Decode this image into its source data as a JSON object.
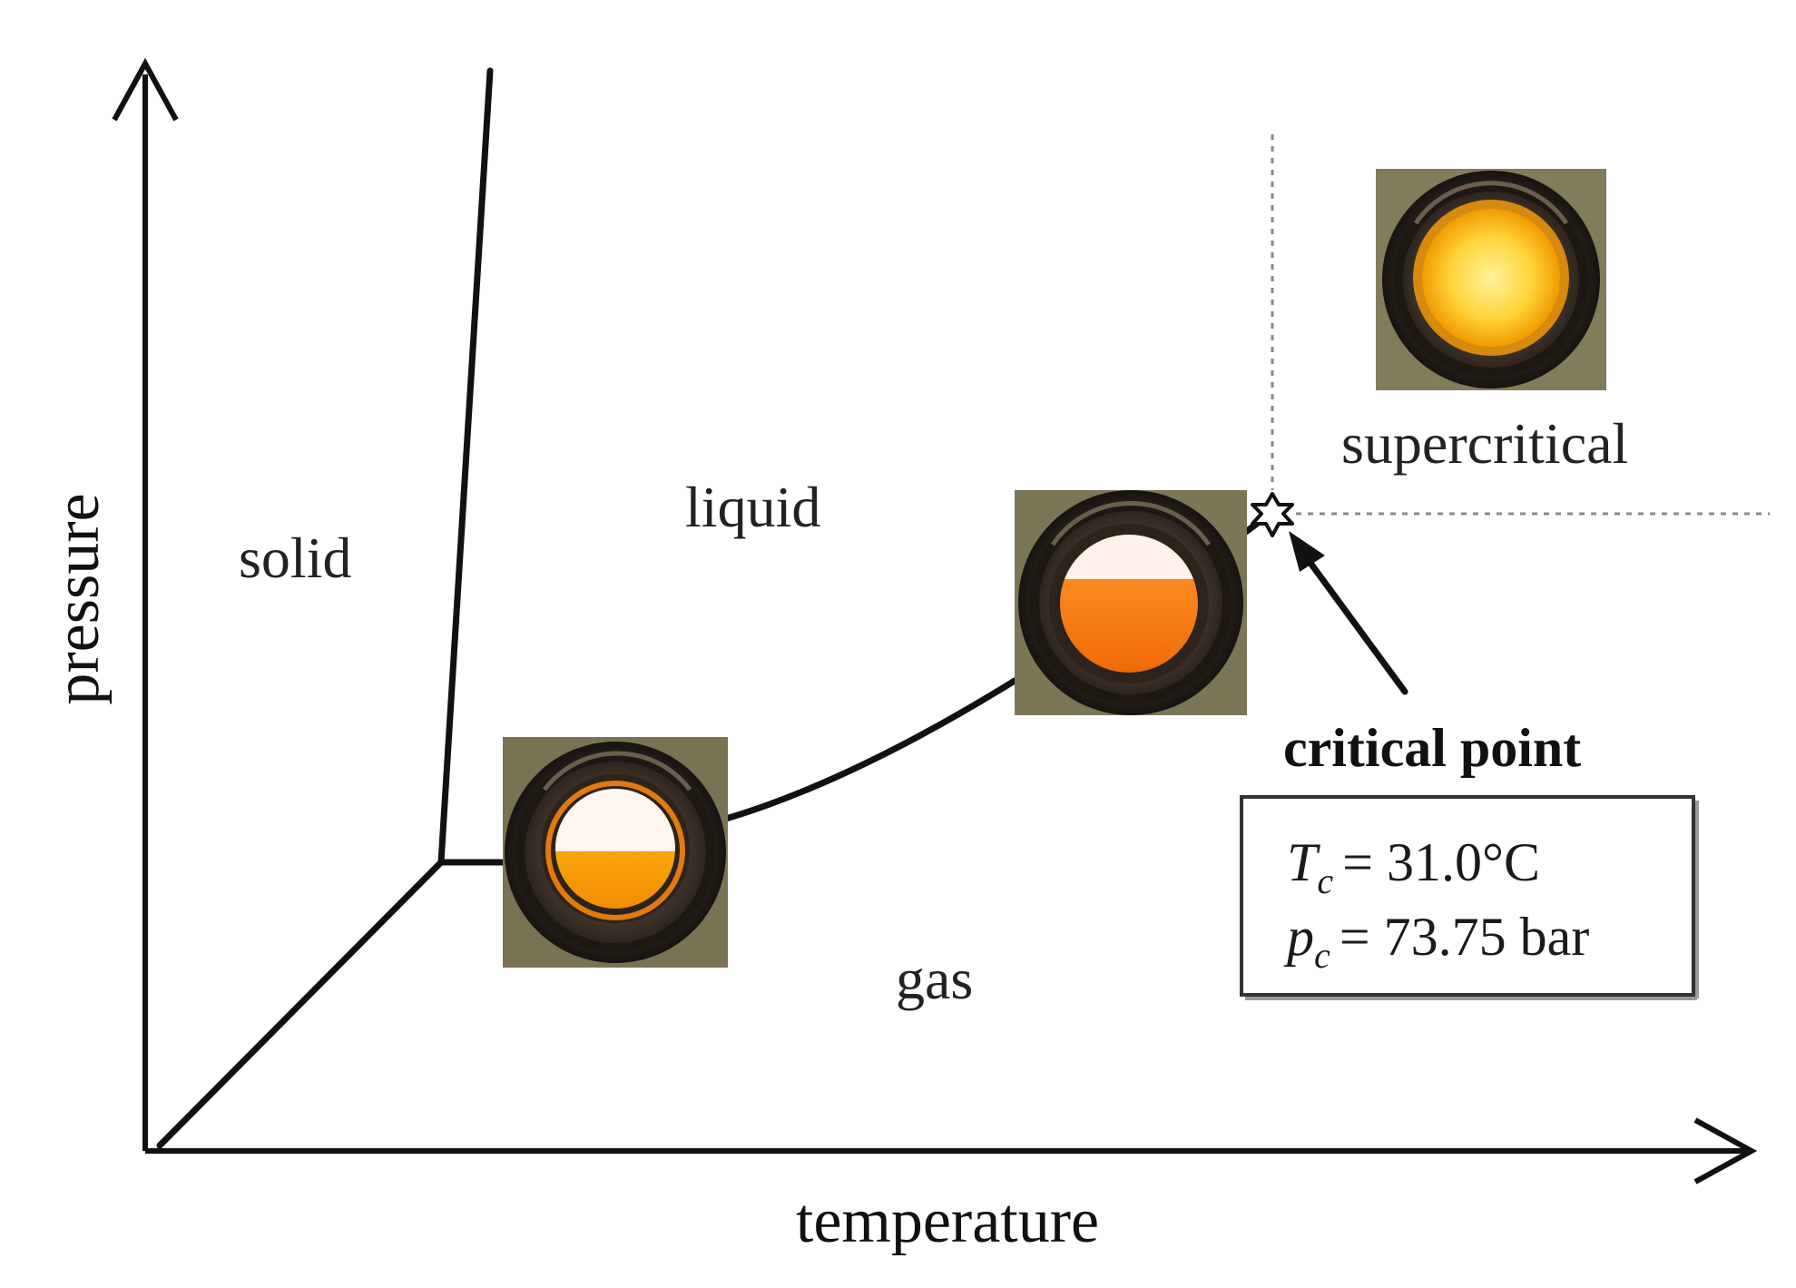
{
  "axes": {
    "y_label": "pressure",
    "x_label": "temperature"
  },
  "regions": {
    "solid": "solid",
    "liquid": "liquid",
    "gas": "gas",
    "supercritical": "supercritical"
  },
  "critical_point": {
    "label": "critical point",
    "temperature": {
      "symbol": "T",
      "subscript": "c",
      "value": "= 31.0°C"
    },
    "pressure": {
      "symbol": "p",
      "subscript": "c",
      "value": "= 73.75 bar"
    }
  },
  "photos": [
    {
      "name": "two-phase-low",
      "liquid_fraction": 0.5
    },
    {
      "name": "two-phase-high",
      "liquid_fraction": 0.7
    },
    {
      "name": "supercritical-single-phase",
      "liquid_fraction": 1.0
    }
  ],
  "colors": {
    "line": "#111111",
    "dotted": "#888888",
    "fluid_low": "#f8a800",
    "fluid_high": "#f47a10",
    "fluid_sc": "#ffd640",
    "vapor": "#fff4ee",
    "cell_bg": "#6f6a4c"
  }
}
